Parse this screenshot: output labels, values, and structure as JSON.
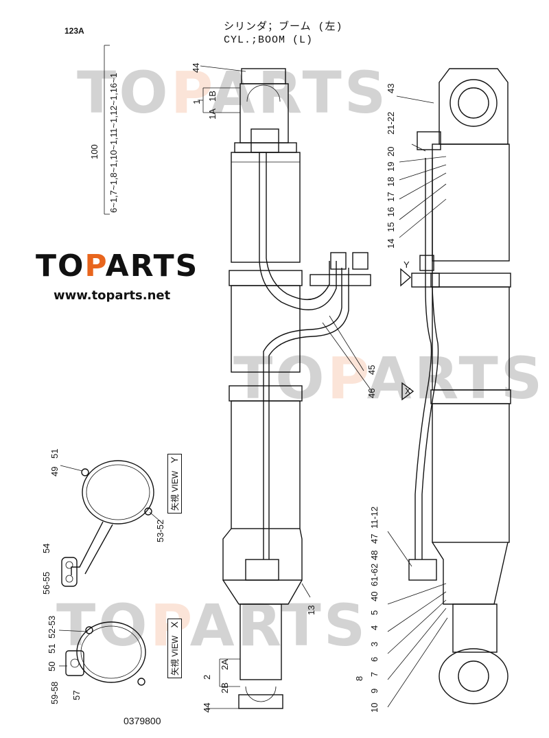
{
  "header": {
    "code": "123A",
    "title_jp": "シリンダ；ブーム (左)",
    "title_en": "CYL.;BOOM (L)",
    "drawing_number": "0379800"
  },
  "logo": {
    "prefix": "TO",
    "accent": "P",
    "suffix": "ARTS",
    "url": "www.toparts.net",
    "accent_color": "#e8651d"
  },
  "watermark": {
    "prefix": "TO",
    "accent": "P",
    "suffix": "ARTS"
  },
  "assembly": {
    "qty": "100",
    "sub_parts": "6~1,7~1,8~1,10~1,11~1,12~1,16~1",
    "label_1": "1",
    "label_1a": "1A",
    "label_1b": "1B",
    "label_2": "2",
    "label_2a": "2A",
    "label_2b": "2B"
  },
  "center_callouts": [
    "44",
    "13",
    "45",
    "46",
    "44"
  ],
  "right_callouts": [
    "43",
    "21-22",
    "20",
    "19",
    "18",
    "17",
    "16",
    "15",
    "14",
    "11-12",
    "47",
    "48",
    "61-62",
    "40",
    "5",
    "4",
    "3",
    "6",
    "7",
    "8",
    "9",
    "10"
  ],
  "view_y": {
    "label": "Y",
    "jp": "矢視",
    "en": "VIEW",
    "callouts": [
      "51",
      "49",
      "53-52",
      "54",
      "56-55"
    ]
  },
  "view_x": {
    "label": "X",
    "jp": "矢視",
    "en": "VIEW",
    "callouts": [
      "52-53",
      "51",
      "50",
      "59-58",
      "57"
    ]
  },
  "markers": {
    "y": "Y",
    "x": "X"
  }
}
